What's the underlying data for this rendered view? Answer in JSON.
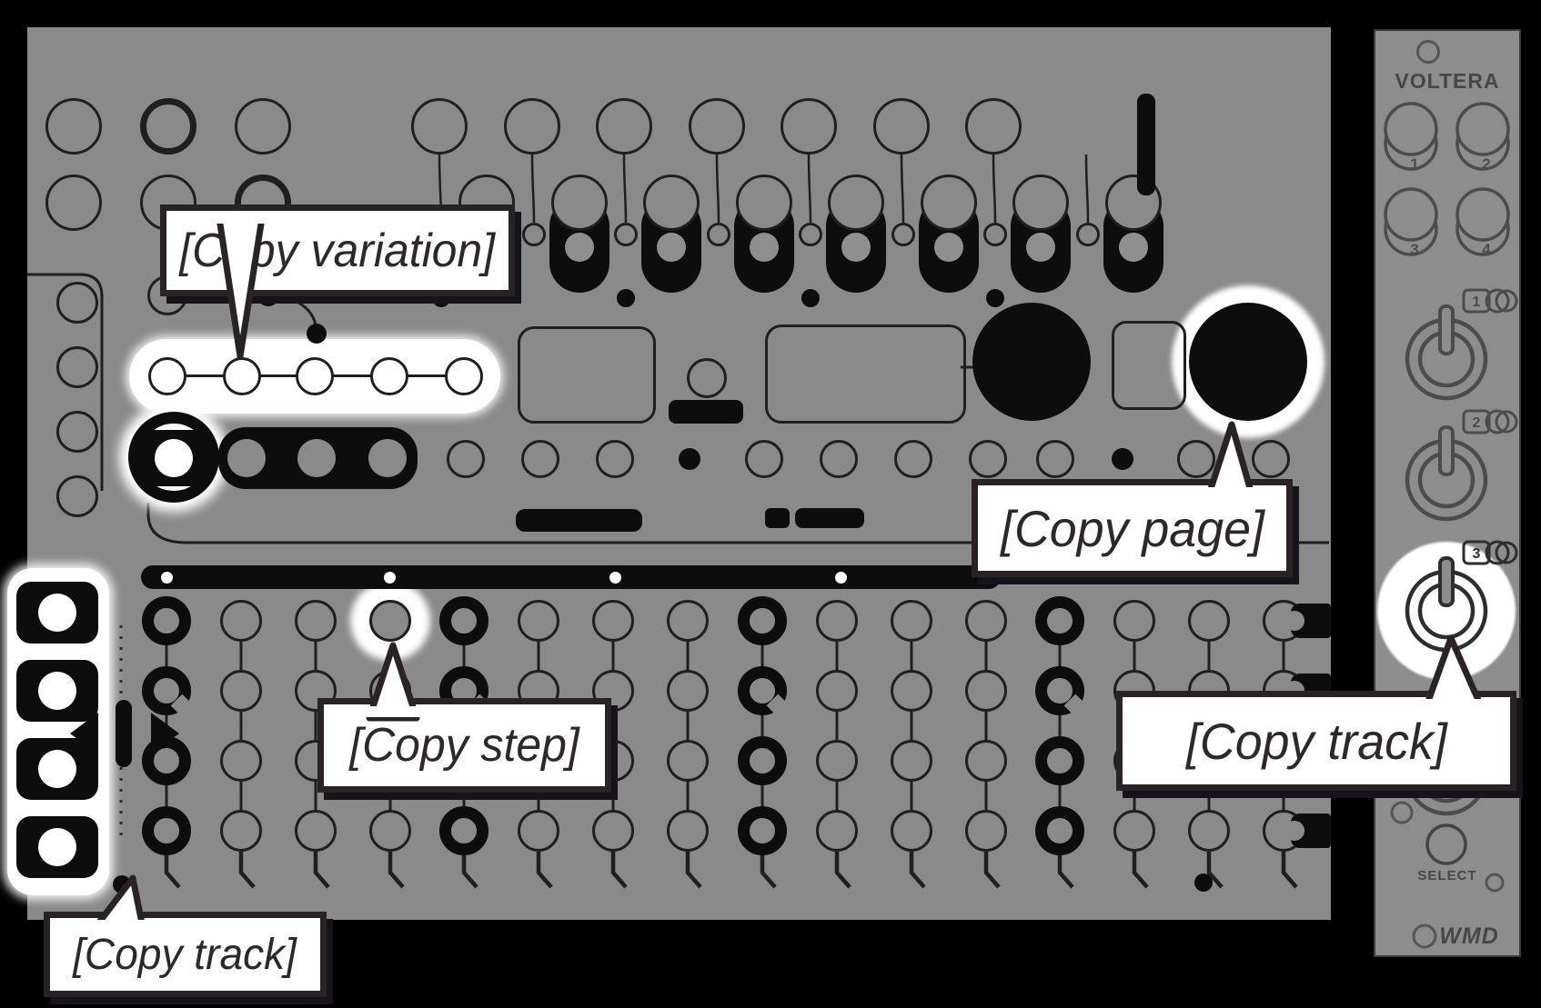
{
  "colors": {
    "panel": "#8a8a8a",
    "side_panel": "#8d8d8d",
    "ink": "#0d0d0d",
    "stroke": "#1f1f1f",
    "callout_border": "#2a2326",
    "callout_text": "#2e282b",
    "highlight": "#ffffff"
  },
  "callouts": {
    "variation": {
      "label": "[Copy variation]"
    },
    "page": {
      "label": "[Copy page]"
    },
    "step": {
      "label": "[Copy step]"
    },
    "track_left": {
      "label": "[Copy track]"
    },
    "track_right": {
      "label": "[Copy track]"
    }
  },
  "sequencer": {
    "step_columns": 16,
    "step_rows": 4,
    "active_columns": [
      1,
      5,
      9,
      13
    ],
    "notched_row": 2,
    "highlighted_step": {
      "column": 4,
      "row": 1
    },
    "page_bar_dots": 4,
    "variation_buttons": 5,
    "variation_highlighted": true,
    "track_keys": 4,
    "fader_units": 8,
    "edge_tabs": 4
  },
  "voltera": {
    "title": "VOLTERA",
    "knobs": [
      "1",
      "2",
      "3",
      "4"
    ],
    "jacks": [
      "1",
      "2",
      "3",
      "4"
    ],
    "highlighted_jack": "3",
    "select_label": "SELECT",
    "brand": "WMD"
  }
}
